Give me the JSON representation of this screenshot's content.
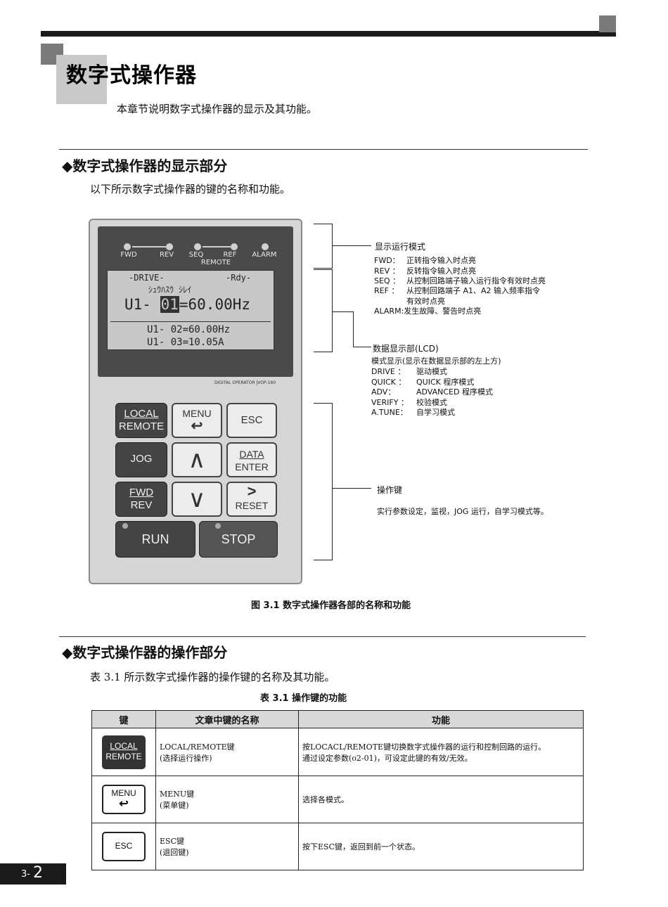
{
  "header": {
    "title": "数字式操作器",
    "intro": "本章节说明数字式操作器的显示及其功能。"
  },
  "section1": {
    "title": "◆数字式操作器的显示部分",
    "subtitle": "以下所示数字式操作器的键的名称和功能。"
  },
  "panel": {
    "indicators": [
      "FWD",
      "REV",
      "SEQ",
      "REF",
      "ALARM"
    ],
    "remote_label": "REMOTE",
    "lcd": {
      "mode_left": "-DRIVE-",
      "mode_right": "-Rdy-",
      "katakana": "ｼｭｳﾊｽｳ ｼﾚｲ",
      "main_prefix": "U1- ",
      "main_cursor": "01",
      "main_suffix": "=60.00Hz",
      "line2": "U1- 02=60.00Hz",
      "line3": "U1- 03=10.05A"
    },
    "model": "DIGITAL OPERATOR JVOP-160",
    "keys": {
      "local": "LOCAL",
      "remote": "REMOTE",
      "menu": "MENU",
      "menu_glyph": "↩",
      "esc": "ESC",
      "jog": "JOG",
      "up": "∧",
      "data": "DATA",
      "enter": "ENTER",
      "fwd": "FWD",
      "rev": "REV",
      "down": "∨",
      "shift": ">",
      "reset": "RESET",
      "run": "RUN",
      "stop": "STOP"
    }
  },
  "callouts": {
    "mode": {
      "title": "显示运行模式",
      "rows": [
        {
          "key": "FWD：",
          "desc": "正转指令输入时点亮"
        },
        {
          "key": "REV ：",
          "desc": "反转指令输入时点亮"
        },
        {
          "key": "SEQ ：",
          "desc": "从控制回路端子输入运行指令有效时点亮"
        },
        {
          "key": "REF ：",
          "desc": "从控制回路端子 A1、A2 输入频率指令"
        }
      ],
      "ref_cont": "有效时点亮",
      "alarm": "ALARM:发生故障、警告时点亮"
    },
    "lcd": {
      "title": "数据显示部(LCD)",
      "subtitle": "模式显示(显示在数据显示部的左上方)",
      "rows": [
        {
          "key": "DRIVE ：",
          "desc": "驱动模式"
        },
        {
          "key": "QUICK ：",
          "desc": "QUICK 程序模式"
        },
        {
          "key": "ADV：",
          "desc": "ADVANCED 程序模式"
        },
        {
          "key": "VERIFY ：",
          "desc": "校验模式"
        },
        {
          "key": "A.TUNE：",
          "desc": "自学习模式"
        }
      ]
    },
    "keys": {
      "title": "操作键",
      "desc": "实行参数设定，监视，JOG 运行，自学习模式等。"
    }
  },
  "figure_caption": "图 3.1  数字式操作器各部的名称和功能",
  "section2": {
    "title": "◆数字式操作器的操作部分",
    "subtitle": "表 3.1 所示数字式操作器的操作键的名称及其功能。"
  },
  "table": {
    "caption": "表 3.1  操作键的功能",
    "headers": [
      "键",
      "文章中键的名称",
      "功能"
    ],
    "rows": [
      {
        "key_line1": "LOCAL",
        "key_line2": "REMOTE",
        "name_line1": "LOCAL/REMOTE键",
        "name_line2": "(选择运行操作)",
        "func_line1": "按LOCACL/REMOTE键切换数字式操作器的运行和控制回路的运行。",
        "func_line2": "通过设定参数(o2-01)，可设定此键的有效/无效。"
      },
      {
        "key_line1": "MENU",
        "key_line2": "↩",
        "name_line1": "MENU键",
        "name_line2": "(菜单键)",
        "func_line1": "选择各模式。",
        "func_line2": ""
      },
      {
        "key_line1": "ESC",
        "key_line2": "",
        "name_line1": "ESC键",
        "name_line2": "(退回键)",
        "func_line1": "按下ESC键，返回到前一个状态。",
        "func_line2": ""
      }
    ]
  },
  "page_number": {
    "prefix": "3-",
    "num": "2"
  }
}
